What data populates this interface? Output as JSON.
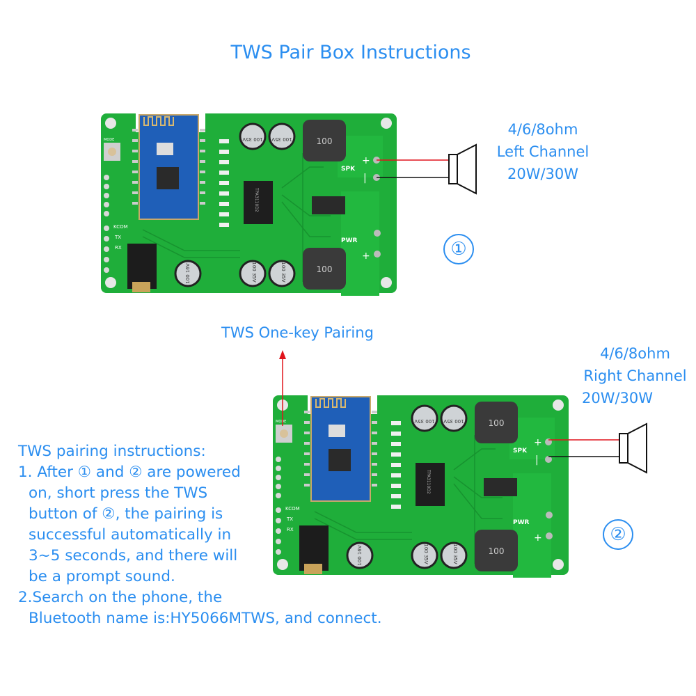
{
  "title": "TWS Pair Box Instructions",
  "colors": {
    "text": "#2b8ef0",
    "pcb": "#1fae3a",
    "module": "#1f5fb8",
    "wire_positive": "#e0141b",
    "wire_negative": "#111111"
  },
  "board": {
    "spk": "SPK",
    "pwr": "PWR",
    "inductor": "100",
    "cap_big": "100\n35V",
    "cap_small": "100\n16V",
    "chip": "TPA3110D2",
    "kcom": "KCOM",
    "tx": "TX",
    "rx": "RX",
    "mode": "MODE",
    "plus": "+",
    "minus": "|"
  },
  "left_speaker": {
    "line1": "4/6/8ohm",
    "line2": "Left Channel",
    "line3": "20W/30W",
    "badge": "①"
  },
  "right_speaker": {
    "line1": "4/6/8ohm",
    "line2": "Right Channel",
    "line3": "20W/30W",
    "badge": "②"
  },
  "pairing_label": "TWS One-key Pairing",
  "instructions": {
    "heading": "TWS pairing instructions:",
    "lines": [
      "1. After ① and ② are powered",
      "on, short press the TWS",
      "button of ②, the pairing is",
      "successful automatically in",
      "3~5 seconds, and there will",
      "be a prompt sound.",
      "2.Search on the phone, the",
      "Bluetooth name is:HY5066MTWS, and connect."
    ]
  }
}
